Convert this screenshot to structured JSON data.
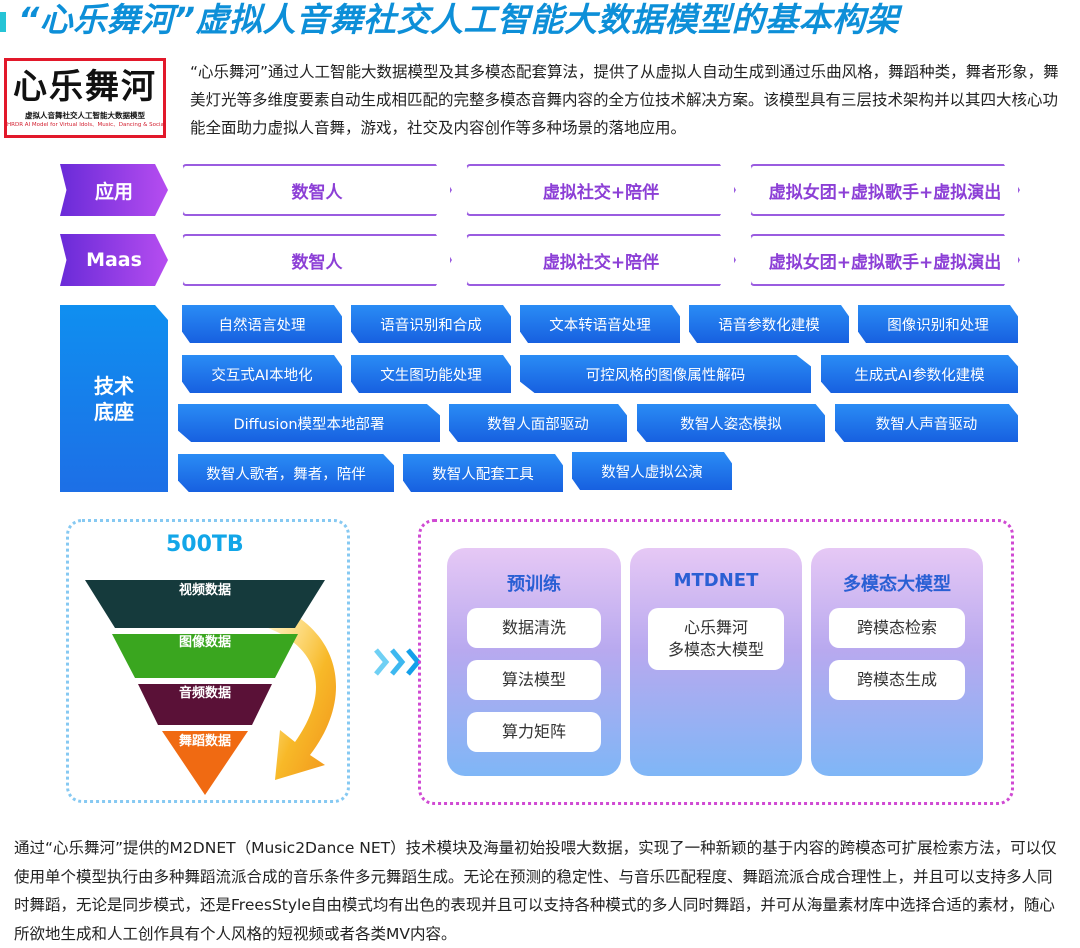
{
  "title": "“心乐舞河”虚拟人音舞社交人工智能大数据模型的基本构架",
  "logo": {
    "main": "心乐舞河",
    "sub_cn": "虚拟人音舞社交人工智能大数据模型",
    "sub_en": "HRDR AI Model for Virtual Idols、Music、Dancing & Social"
  },
  "intro": "“心乐舞河”通过人工智能大数据模型及其多模态配套算法，提供了从虚拟人自动生成到通过乐曲风格，舞蹈种类，舞者形象，舞美灯光等多维度要素自动生成相匹配的完整多模态音舞内容的全方位技术解决方案。该模型具有三层技术架构并以其四大核心功能全面助力虚拟人音舞，游戏，社交及内容创作等多种场景的落地应用。",
  "rows": [
    {
      "label": "应用",
      "items": [
        "数智人",
        "虚拟社交+陪伴",
        "虚拟女团+虚拟歌手+虚拟演出"
      ]
    },
    {
      "label": "Maas",
      "items": [
        "数智人",
        "虚拟社交+陪伴",
        "虚拟女团+虚拟歌手+虚拟演出"
      ]
    }
  ],
  "tech": {
    "label": "技术\n底座",
    "items": [
      "自然语言处理",
      "语音识别和合成",
      "文本转语音处理",
      "语音参数化建模",
      "图像识别和处理",
      "交互式AI本地化",
      "文生图功能处理",
      "可控风格的图像属性解码",
      "生成式AI参数化建模",
      "Diffusion模型本地部署",
      "数智人面部驱动",
      "数智人姿态模拟",
      "数智人声音驱动",
      "数智人歌者，舞者，陪伴",
      "数智人配套工具",
      "数智人虚拟公演"
    ]
  },
  "funnel": {
    "total": "500TB",
    "layers": [
      "视频数据",
      "图像数据",
      "音频数据",
      "舞蹈数据"
    ],
    "colors": [
      "#153a3c",
      "#3aa61f",
      "#5a1137",
      "#f06a12"
    ]
  },
  "columns": [
    {
      "title": "预训练",
      "items": [
        "数据清洗",
        "算法模型",
        "算力矩阵"
      ]
    },
    {
      "title": "MTDNET",
      "items": [
        "心乐舞河\n多模态大模型"
      ]
    },
    {
      "title": "多模态大模型",
      "items": [
        "跨模态检索",
        "跨模态生成"
      ]
    }
  ],
  "outro": "通过“心乐舞河”提供的M2DNET（Music2Dance NET）技术模块及海量初始投喂大数据，实现了一种新颖的基于内容的跨模态可扩展检索方法，可以仅使用单个模型执行由多种舞蹈流派合成的音乐条件多元舞蹈生成。无论在预测的稳定性、与音乐匹配程度、舞蹈流派合成合理性上，并且可以支持多人同时舞蹈，无论是同步模式，还是FreesStyle自由模式均有出色的表现并且可以支持各种模式的多人同时舞蹈，并可从海量素材库中选择合适的素材，随心所欲地生成和人工创作具有个人风格的短视频或者各类MV内容。"
}
